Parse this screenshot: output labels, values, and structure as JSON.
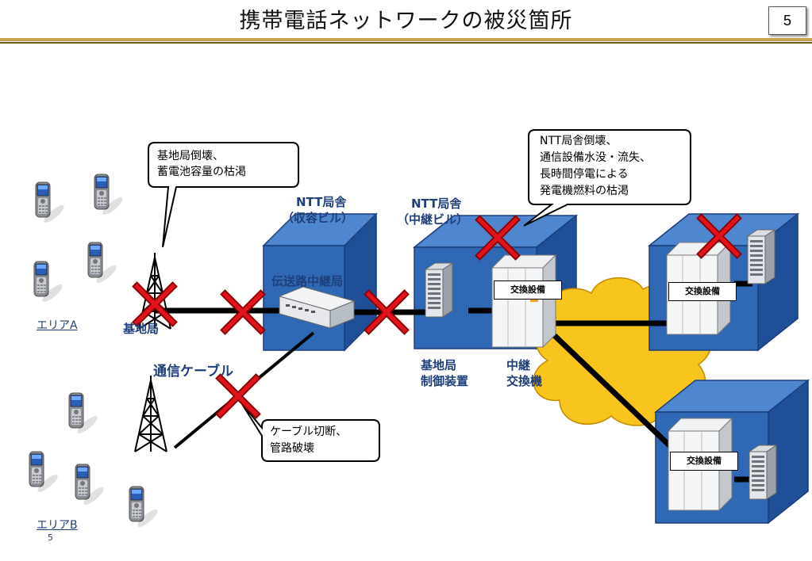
{
  "title": "携帯電話ネットワークの被災箇所",
  "page_number": "5",
  "footer_page": "5",
  "labels": {
    "area_a": "エリアA",
    "area_b": "エリアB",
    "base_station": "基地局",
    "comm_cable": "通信ケーブル",
    "ntt_building_1": "NTT局舎",
    "ntt_building_1_sub": "（収容ビル）",
    "ntt_building_2": "NTT局舎",
    "ntt_building_2_sub": "（中継ビル）",
    "transmission_relay": "伝送路中継局",
    "switch_equipment": "交換設備",
    "bs_controller_1": "基地局",
    "bs_controller_2": "制御装置",
    "relay_switch_1": "中継",
    "relay_switch_2": "交換機"
  },
  "callouts": {
    "base_station_damage": [
      "基地局倒壊、",
      "蓄電池容量の枯渇"
    ],
    "ntt_damage": [
      "NTT局舎倒壊、",
      "通信設備水没・流失、",
      "長時間停電による",
      "発電機燃料の枯渇"
    ],
    "cable_damage": [
      "ケーブル切断、",
      "管路破壊"
    ]
  },
  "colors": {
    "building_blue": "#2f68b4",
    "cloud_yellow": "#f7c51e",
    "damage_red": "#e1141e",
    "label_blue": "#1f3f7a",
    "rule_gold": "#c8a14a"
  }
}
